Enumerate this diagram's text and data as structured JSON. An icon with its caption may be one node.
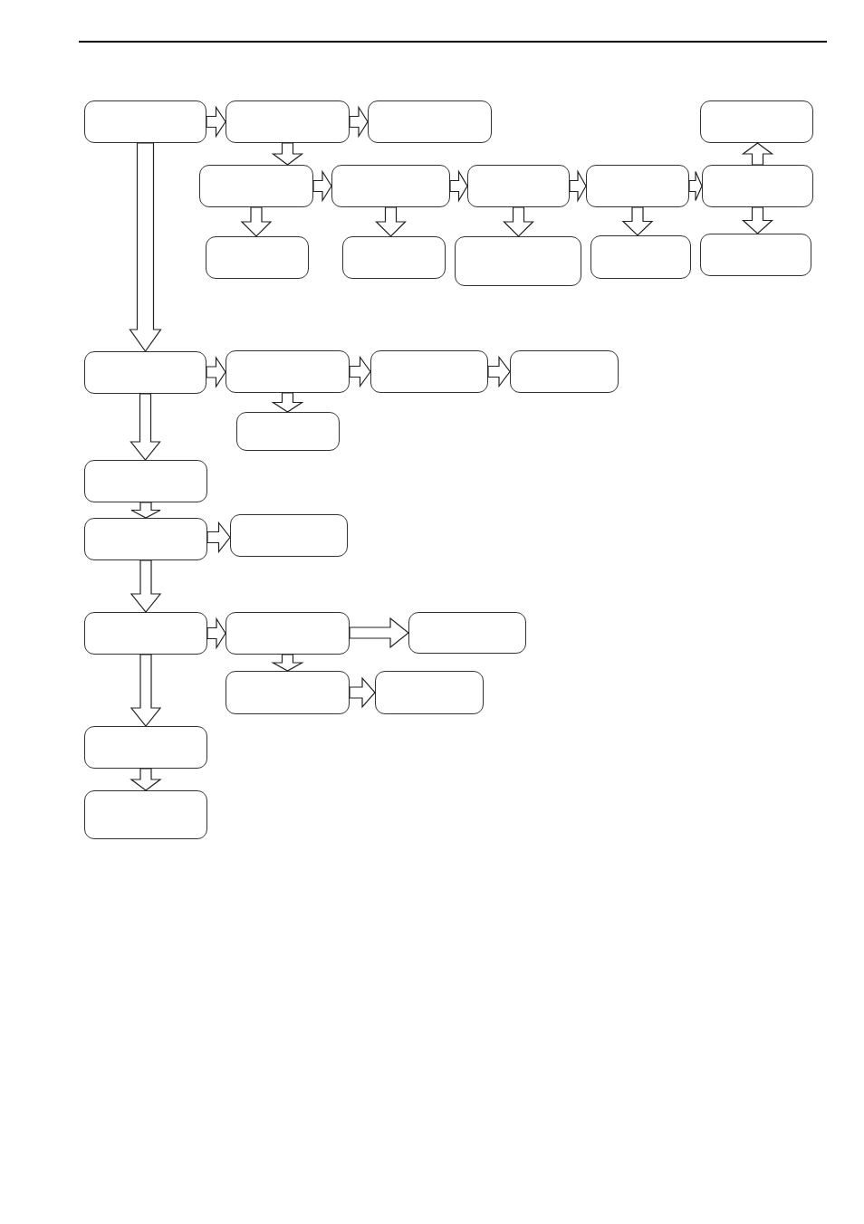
{
  "diagram": {
    "nodes": [
      {
        "text": [],
        "shape": "box"
      },
      {
        "text": [],
        "shape": "box"
      },
      {
        "text": [],
        "shape": "box"
      },
      {
        "text": [],
        "shape": "box"
      },
      {
        "text": [],
        "shape": "box"
      },
      {
        "text": [],
        "shape": "box"
      },
      {
        "text": [],
        "shape": "box"
      },
      {
        "text": [],
        "shape": "box"
      },
      {
        "text": [],
        "shape": "box"
      },
      {
        "text": [],
        "shape": "box"
      },
      {
        "text": [],
        "shape": "box"
      },
      {
        "text": [],
        "shape": "box"
      },
      {
        "text": [],
        "shape": "box"
      },
      {
        "text": [],
        "shape": "box"
      },
      {
        "text": [],
        "shape": "box"
      },
      {
        "text": [],
        "shape": "box"
      },
      {
        "text": [],
        "shape": "box"
      },
      {
        "text": [],
        "shape": "box"
      },
      {
        "text": [],
        "shape": "box"
      },
      {
        "text": [],
        "shape": "box"
      },
      {
        "text": [],
        "shape": "box"
      },
      {
        "text": [],
        "shape": "box"
      },
      {
        "text": [],
        "shape": "box"
      },
      {
        "text": [],
        "shape": "box"
      },
      {
        "text": [],
        "shape": "box"
      },
      {
        "text": [],
        "shape": "box"
      },
      {
        "text": [],
        "shape": "box"
      },
      {
        "text": [],
        "shape": "box"
      },
      {
        "text": [],
        "shape": "box"
      }
    ],
    "edges": [
      {
        "from": 0,
        "to": 1,
        "arrow": "to"
      },
      {
        "from": 1,
        "to": 2,
        "arrow": "to"
      },
      {
        "from": 1,
        "to": 4,
        "arrow": "to"
      },
      {
        "from": 4,
        "to": 5,
        "arrow": "to"
      },
      {
        "from": 5,
        "to": 6,
        "arrow": "to"
      },
      {
        "from": 6,
        "to": 7,
        "arrow": "to"
      },
      {
        "from": 7,
        "to": 8,
        "arrow": "to"
      },
      {
        "from": 8,
        "to": 3,
        "arrow": "to"
      },
      {
        "from": 4,
        "to": 9,
        "arrow": "to"
      },
      {
        "from": 5,
        "to": 10,
        "arrow": "to"
      },
      {
        "from": 6,
        "to": 11,
        "arrow": "to"
      },
      {
        "from": 7,
        "to": 12,
        "arrow": "to"
      },
      {
        "from": 8,
        "to": 13,
        "arrow": "to"
      },
      {
        "from": 0,
        "to": 14,
        "arrow": "to"
      },
      {
        "from": 14,
        "to": 15,
        "arrow": "to"
      },
      {
        "from": 15,
        "to": 16,
        "arrow": "to"
      },
      {
        "from": 16,
        "to": 17,
        "arrow": "to"
      },
      {
        "from": 15,
        "to": 18,
        "arrow": "to"
      },
      {
        "from": 14,
        "to": 19,
        "arrow": "to"
      },
      {
        "from": 19,
        "to": 20,
        "arrow": "to"
      },
      {
        "from": 20,
        "to": 21,
        "arrow": "to"
      },
      {
        "from": 20,
        "to": 22,
        "arrow": "to"
      },
      {
        "from": 22,
        "to": 23,
        "arrow": "to"
      },
      {
        "from": 23,
        "to": 24,
        "arrow": "to"
      },
      {
        "from": 23,
        "to": 25,
        "arrow": "to"
      },
      {
        "from": 25,
        "to": 26,
        "arrow": "to"
      },
      {
        "from": 22,
        "to": 27,
        "arrow": "to"
      },
      {
        "from": 27,
        "to": 28,
        "arrow": "to"
      }
    ]
  }
}
